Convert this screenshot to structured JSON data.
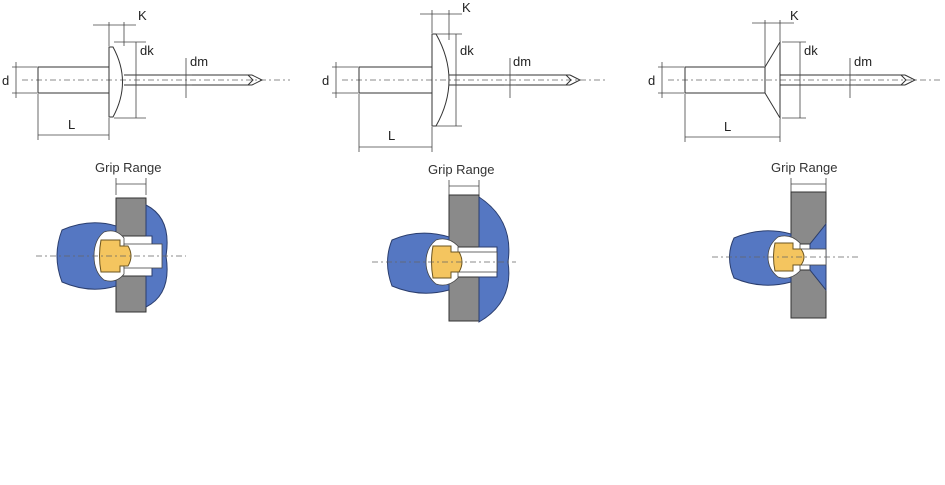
{
  "diagrams": [
    {
      "id": "dome-head",
      "labels": {
        "k": "K",
        "dk": "dk",
        "dm": "dm",
        "d": "d",
        "l": "L"
      },
      "grip_label": "Grip Range"
    },
    {
      "id": "large-flange",
      "labels": {
        "k": "K",
        "dk": "dk",
        "dm": "dm",
        "d": "d",
        "l": "L"
      },
      "grip_label": "Grip Range"
    },
    {
      "id": "countersunk",
      "labels": {
        "k": "K",
        "dk": "dk",
        "dm": "dm",
        "d": "d",
        "l": "L"
      },
      "grip_label": "Grip Range"
    }
  ],
  "colors": {
    "rivet_body": "#5577c2",
    "mandrel_head": "#f4c55f",
    "sheet": "#8a8a8a"
  }
}
